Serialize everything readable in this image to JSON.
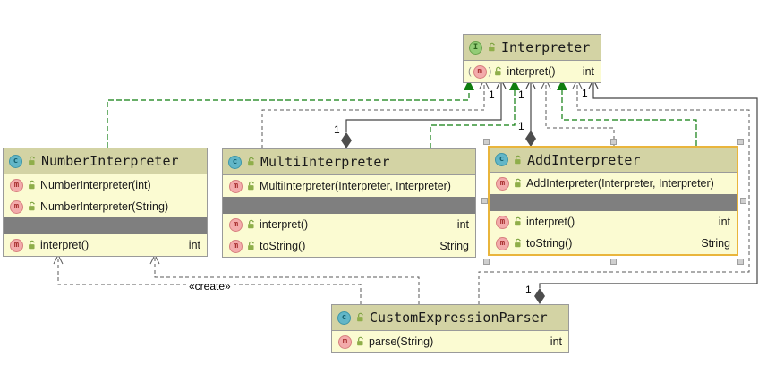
{
  "colors": {
    "canvas_bg": "#ffffff",
    "header_bg": "#d3d3a4",
    "body_bg": "#fbfbd2",
    "box_border": "#9a9a9a",
    "selected_border": "#e9b53c",
    "separator": "#7f7f7f",
    "realization_green": "#0f7d0f",
    "edge_gray": "#4f4f4f"
  },
  "boxes": {
    "interpreter": {
      "kind": "interface",
      "icon_letter": "I",
      "name": "Interpreter",
      "methods": [
        {
          "icon_letter": "m",
          "wrap_l": "(",
          "wrap_r": ")",
          "label": "interpret()",
          "type": "int"
        }
      ]
    },
    "number_interpreter": {
      "kind": "class",
      "icon_letter": "c",
      "name": "NumberInterpreter",
      "constructors": [
        {
          "icon_letter": "m",
          "label": "NumberInterpreter(int)"
        },
        {
          "icon_letter": "m",
          "label": "NumberInterpreter(String)"
        }
      ],
      "methods": [
        {
          "icon_letter": "m",
          "label": "interpret()",
          "type": "int"
        }
      ]
    },
    "multi_interpreter": {
      "kind": "class",
      "icon_letter": "c",
      "name": "MultiInterpreter",
      "constructors": [
        {
          "icon_letter": "m",
          "label": "MultiInterpreter(Interpreter, Interpreter)"
        }
      ],
      "methods": [
        {
          "icon_letter": "m",
          "label": "interpret()",
          "type": "int"
        },
        {
          "icon_letter": "m",
          "label": "toString()",
          "type": "String"
        }
      ]
    },
    "add_interpreter": {
      "kind": "class",
      "icon_letter": "c",
      "name": "AddInterpreter",
      "selected": true,
      "constructors": [
        {
          "icon_letter": "m",
          "label": "AddInterpreter(Interpreter, Interpreter)"
        }
      ],
      "methods": [
        {
          "icon_letter": "m",
          "label": "interpret()",
          "type": "int"
        },
        {
          "icon_letter": "m",
          "label": "toString()",
          "type": "String"
        }
      ]
    },
    "custom_expression_parser": {
      "kind": "class",
      "icon_letter": "c",
      "name": "CustomExpressionParser",
      "methods": [
        {
          "icon_letter": "m",
          "label": "parse(String)",
          "type": "int"
        }
      ]
    }
  },
  "edge_labels": {
    "create": "«create»",
    "multiplicity": "1"
  },
  "relationships": [
    {
      "from": "NumberInterpreter",
      "to": "Interpreter",
      "type": "realization"
    },
    {
      "from": "MultiInterpreter",
      "to": "Interpreter",
      "type": "realization"
    },
    {
      "from": "AddInterpreter",
      "to": "Interpreter",
      "type": "realization"
    },
    {
      "from": "MultiInterpreter",
      "to": "Interpreter",
      "type": "dependency"
    },
    {
      "from": "AddInterpreter",
      "to": "Interpreter",
      "type": "dependency"
    },
    {
      "from": "CustomExpressionParser",
      "to": "Interpreter",
      "type": "dependency"
    },
    {
      "from": "MultiInterpreter",
      "to": "Interpreter",
      "type": "aggregation",
      "multiplicity": "1"
    },
    {
      "from": "AddInterpreter",
      "to": "Interpreter",
      "type": "aggregation",
      "multiplicity": "1"
    },
    {
      "from": "CustomExpressionParser",
      "to": "Interpreter",
      "type": "aggregation",
      "multiplicity": "1"
    },
    {
      "from": "CustomExpressionParser",
      "to": "NumberInterpreter",
      "type": "dependency",
      "label": "«create»"
    },
    {
      "from": "CustomExpressionParser",
      "to": "NumberInterpreter",
      "type": "dependency"
    }
  ]
}
